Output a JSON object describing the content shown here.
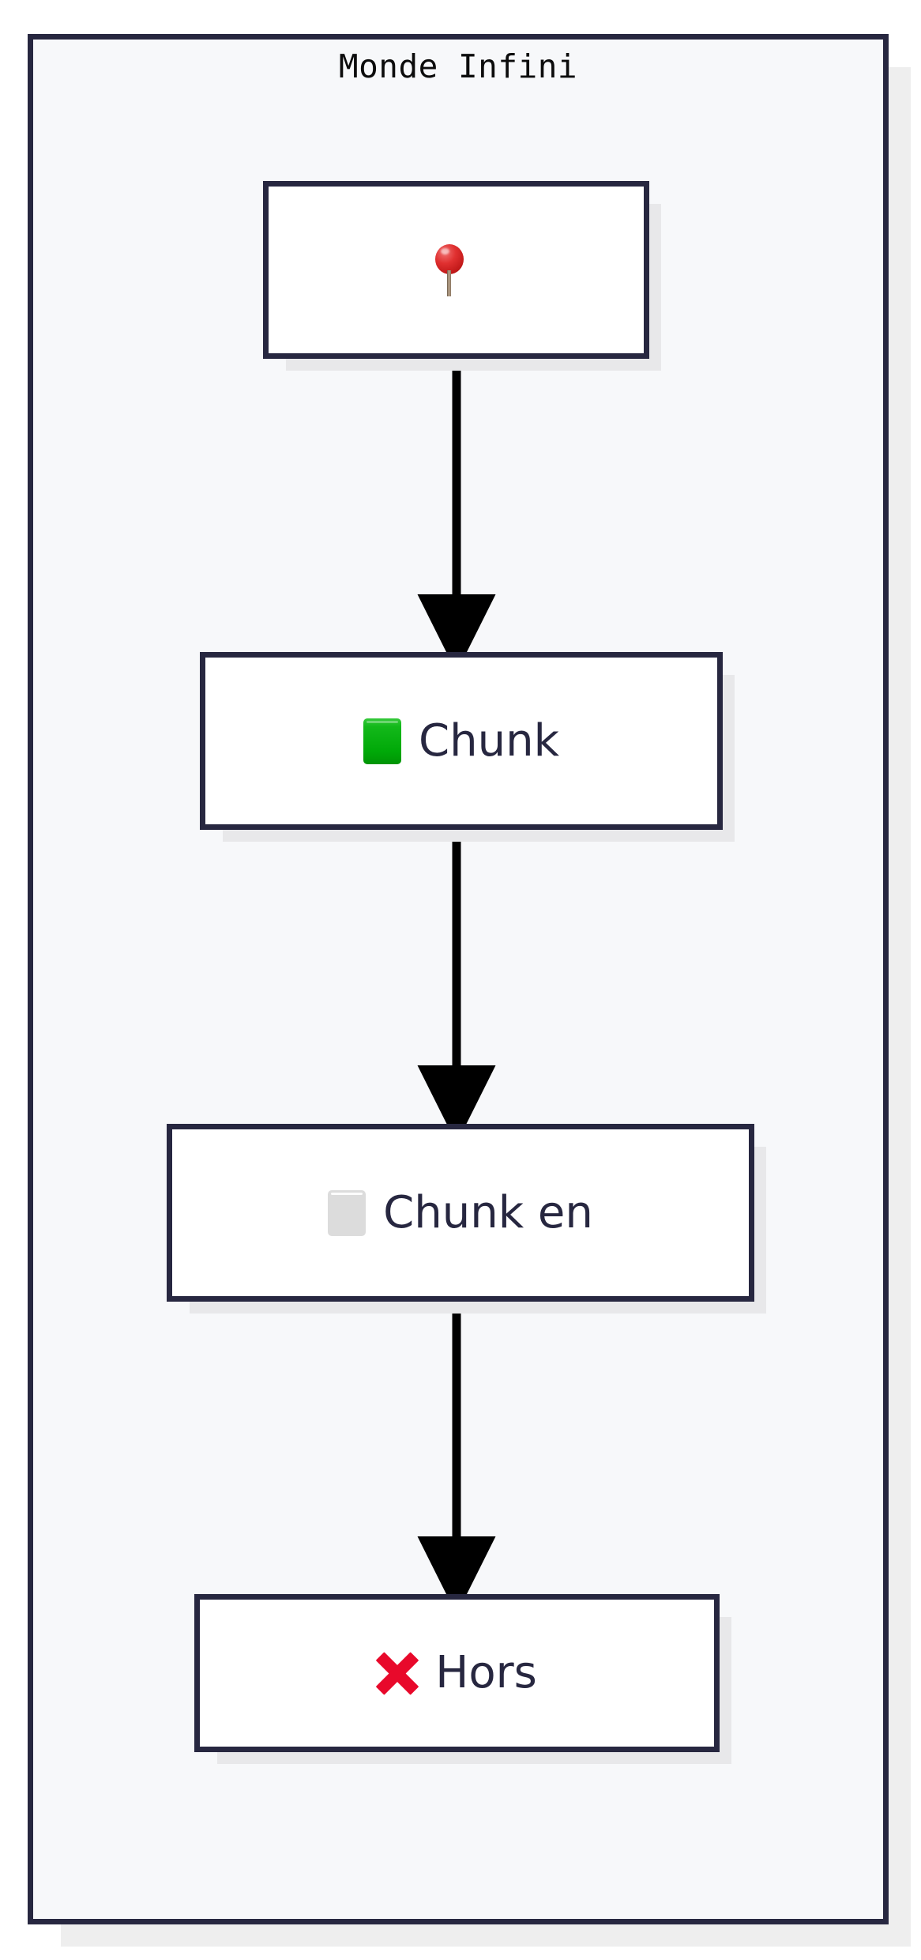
{
  "diagram": {
    "type": "flowchart",
    "direction": "top-to-bottom",
    "title": "Monde Infini",
    "background_color": "#f7f8fa",
    "border_color": "#272740",
    "shadow_color": "#e8e8ea",
    "nodes": [
      {
        "id": "n1",
        "icon": "round-pushpin-icon",
        "icon_glyph": "📍",
        "label": "",
        "icon_color": "#d62828"
      },
      {
        "id": "n2",
        "icon": "green-square-icon",
        "icon_glyph": "🟩",
        "label": "Chunk",
        "icon_color": "#00a908"
      },
      {
        "id": "n3",
        "icon": "white-square-icon",
        "icon_glyph": "⬜",
        "label": "Chunk en",
        "icon_color": "#dcdcdc"
      },
      {
        "id": "n4",
        "icon": "cross-mark-icon",
        "icon_glyph": "❌",
        "label": "Hors",
        "icon_color": "#e8092b"
      }
    ],
    "edges": [
      {
        "from": "n1",
        "to": "n2",
        "label": ""
      },
      {
        "from": "n2",
        "to": "n3",
        "label": ""
      },
      {
        "from": "n3",
        "to": "n4",
        "label": ""
      }
    ],
    "edge_color": "#000000"
  }
}
